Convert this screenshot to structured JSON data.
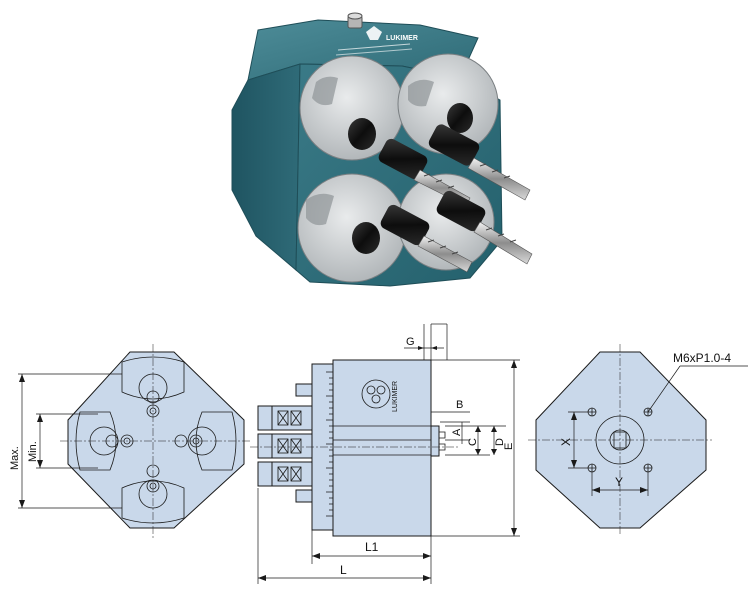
{
  "product": {
    "brand_text": "LUKIMER",
    "housing_color": "#2f6b78",
    "drawing_fill": "#c9d8ea"
  },
  "dimensions": {
    "G": "G",
    "B": "B",
    "A": "A",
    "C": "C",
    "D": "D",
    "E": "E",
    "L1": "L1",
    "L": "L",
    "max": "Max.",
    "min": "Min.",
    "X": "X",
    "Y": "Y",
    "thread": "M6xP1.0-4"
  }
}
